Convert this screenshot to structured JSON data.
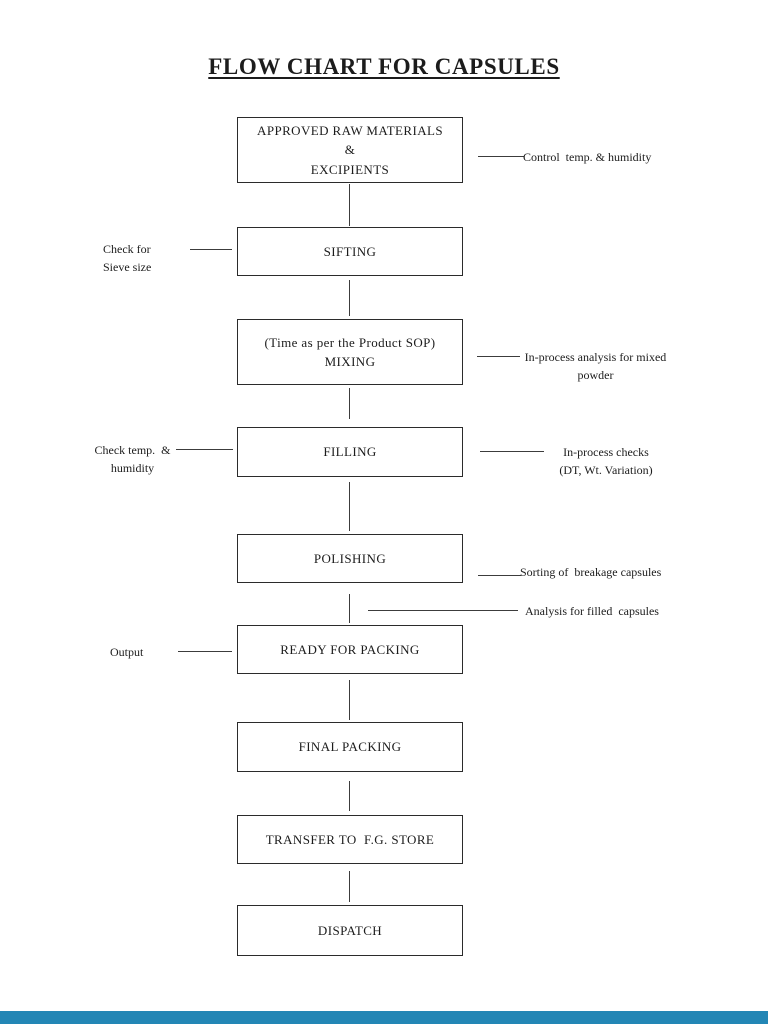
{
  "page": {
    "title": "FLOW CHART FOR CAPSULES"
  },
  "boxes": [
    {
      "id": "approved-raw-materials",
      "label": "APPROVED RAW MATERIALS\n&\nEXCIPIENTS"
    },
    {
      "id": "sifting",
      "label": "SIFTING"
    },
    {
      "id": "mixing",
      "label": "(Time as per the Product SOP)\nMIXING"
    },
    {
      "id": "filling",
      "label": "FILLING"
    },
    {
      "id": "polishing",
      "label": "POLISHING"
    },
    {
      "id": "ready-for-packing",
      "label": "READY FOR PACKING"
    },
    {
      "id": "final-packing",
      "label": "FINAL PACKING"
    },
    {
      "id": "transfer-to-fg-store",
      "label": "TRANSFER TO  F.G. STORE"
    },
    {
      "id": "dispatch",
      "label": "DISPATCH"
    }
  ],
  "annotations": {
    "control_temp_humidity": "Control  temp. & humidity",
    "check_for_sieve_size": "Check for\nSieve size",
    "inprocess_analysis_mixed_powder": "In-process analysis for mixed\npowder",
    "check_temp_humidity": "Check temp.  &\nhumidity",
    "inprocess_checks_dt_wt": "In-process checks\n(DT, Wt. Variation)",
    "sorting_breakage": "Sorting of  breakage capsules",
    "analysis_filled": "Analysis for filled  capsules",
    "output": "Output"
  },
  "footer": {
    "bar_color": "#2386b5",
    "bar_style": "background:#2386b5"
  }
}
